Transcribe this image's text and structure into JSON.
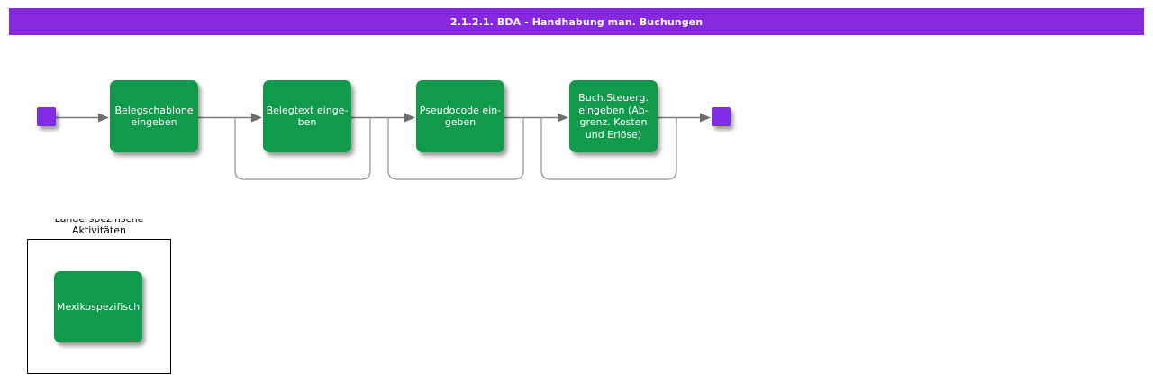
{
  "header": {
    "title": "2.1.2.1. BDA - Handhabung man. Buchungen"
  },
  "colors": {
    "header_purple": "#8628DE",
    "event_purple": "#7F2CE4",
    "task_green": "#119A4B",
    "connector_gray": "#7A7A7A"
  },
  "flow": {
    "start_event": "start",
    "end_event": "end",
    "tasks": [
      {
        "label": "Belegschablone\neingeben",
        "loop": false
      },
      {
        "label": "Belegtext einge-\nben",
        "loop": true
      },
      {
        "label": "Pseudocode ein-\ngeben",
        "loop": true
      },
      {
        "label": "Buch.Steuerg.\neingeben (Ab-\ngrenz. Kosten\nund Erlöse)",
        "loop": true
      }
    ]
  },
  "country_section": {
    "label": "Länderspezifische\nAktivitäten",
    "task": "Mexikospezifisch"
  }
}
